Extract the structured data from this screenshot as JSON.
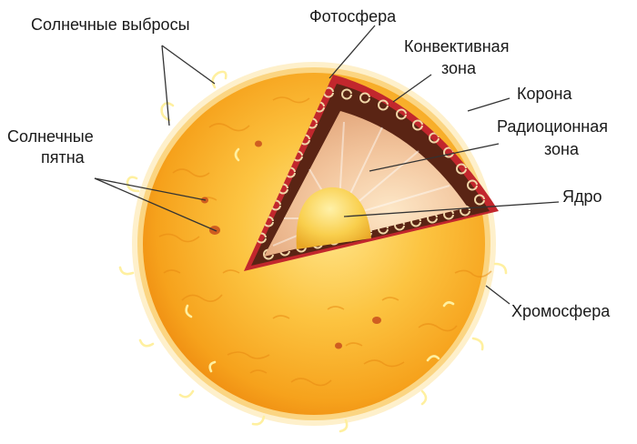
{
  "labels": {
    "solar_flares": "Солнечные выбросы",
    "photosphere": "Фотосфера",
    "convective_zone_line1": "Конвективная",
    "convective_zone_line2": "зона",
    "corona": "Корона",
    "sunspots_line1": "Солнечные",
    "sunspots_line2": "пятна",
    "radiative_zone_line1": "Радиоционная",
    "radiative_zone_line2": "зона",
    "core": "Ядро",
    "chromosphere": "Хромосфера"
  },
  "colors": {
    "sun_outer": "#f6a21c",
    "sun_mid": "#fbbf3a",
    "sun_light": "#ffe07a",
    "shell_red": "#c2272d",
    "convective_band": "#4a1a10",
    "radiative_zone": "#f2c49c",
    "core": "#f7c640",
    "leader_line": "#333333"
  }
}
